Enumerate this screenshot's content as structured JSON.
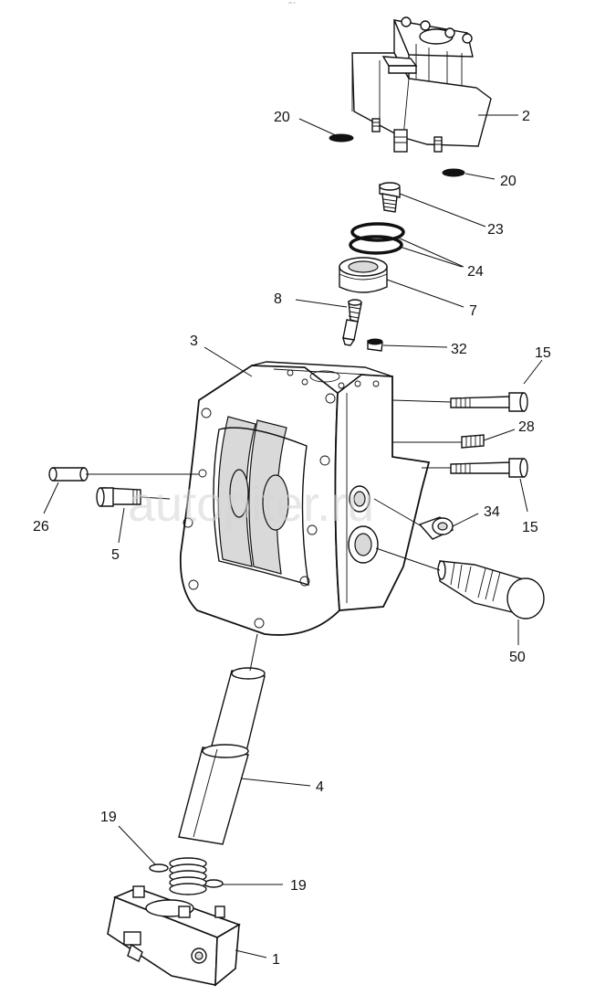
{
  "watermark": "autopiter.ru",
  "corner_mark": "°°·°",
  "callouts": {
    "c1": "1",
    "c2": "2",
    "c3": "3",
    "c4": "4",
    "c5": "5",
    "c7": "7",
    "c8": "8",
    "c15a": "15",
    "c15b": "15",
    "c19a": "19",
    "c19b": "19",
    "c20a": "20",
    "c20b": "20",
    "c23": "23",
    "c24": "24",
    "c26": "26",
    "c28": "28",
    "c32": "32",
    "c34": "34",
    "c50": "50"
  },
  "colors": {
    "line": "#111111",
    "shade": "#d9d9d9",
    "watermark": "#d4d4d4"
  }
}
